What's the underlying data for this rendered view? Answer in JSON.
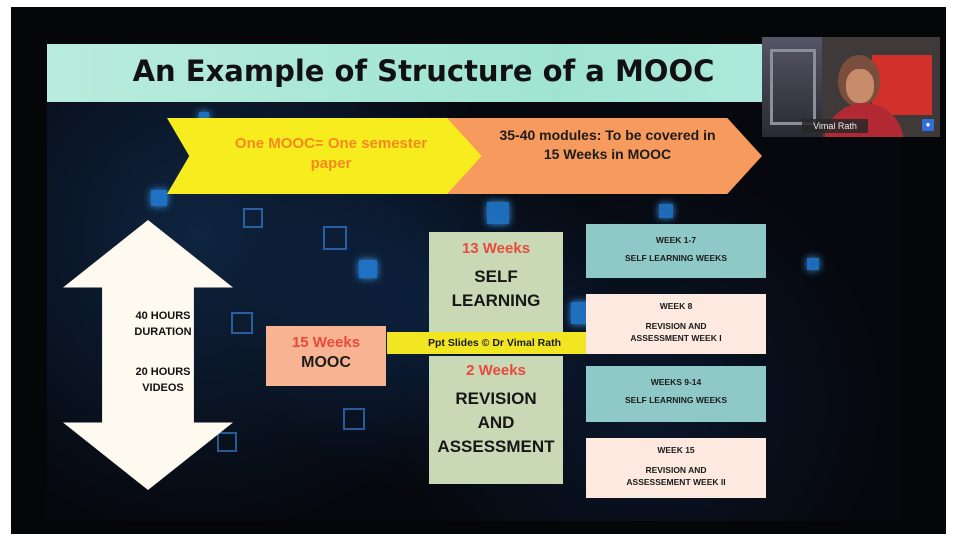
{
  "slide": {
    "title": "An Example of Structure of a MOOC",
    "banner_left": "One MOOC= One semester paper",
    "banner_right": "35-40 modules: To be covered in 15 Weeks in MOOC",
    "arrow_top_line1": "40 HOURS",
    "arrow_top_line2": "DURATION",
    "arrow_bottom_line1": "20 HOURS",
    "arrow_bottom_line2": "VIDEOS",
    "mooc_weeks": "15 Weeks",
    "mooc_label": "MOOC",
    "block1_weeks": "13 Weeks",
    "block1_line1": "SELF",
    "block1_line2": "LEARNING",
    "block2_weeks": "2 Weeks",
    "block2_line1": "REVISION",
    "block2_line2": "AND",
    "block2_line3": "ASSESSMENT",
    "credit": "Ppt Slides © Dr Vimal Rath",
    "weeks": [
      {
        "title": "WEEK 1-7",
        "sub": "SELF LEARNING WEEKS"
      },
      {
        "title": "WEEK 8",
        "sub": "REVISION AND",
        "sub2": "ASSESSMENT WEEK I"
      },
      {
        "title": "WEEKS 9-14",
        "sub": "SELF LEARNING WEEKS"
      },
      {
        "title": "WEEK 15",
        "sub": "REVISION AND",
        "sub2": "ASSESSEMENT WEEK II"
      }
    ]
  },
  "video": {
    "name_tag": "Vimal Rath"
  }
}
